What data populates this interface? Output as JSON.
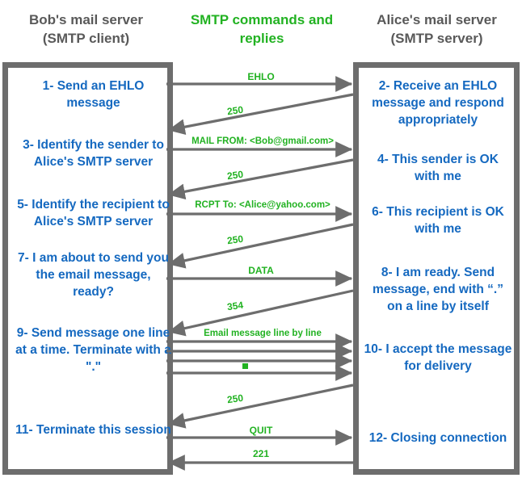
{
  "headings": {
    "left": "Bob's mail server\n(SMTP client)",
    "left_line1": "Bob's mail server",
    "left_line2": "(SMTP client)",
    "middle_line1": "SMTP commands and",
    "middle_line2": "replies",
    "right_line1": "Alice's mail server",
    "right_line2": "(SMTP server)"
  },
  "colors": {
    "green": "#22B222",
    "blue": "#1569C0",
    "gray_border": "#6D6D6D",
    "gray_arrow": "#6D6D6D",
    "heading_gray": "#595959",
    "background": "#FFFFFF"
  },
  "client_steps": [
    {
      "id": 1,
      "text": "1- Send an EHLO message"
    },
    {
      "id": 3,
      "text": "3- Identify the sender to Alice's SMTP server"
    },
    {
      "id": 5,
      "text": "5- Identify the recipient to Alice's SMTP server"
    },
    {
      "id": 7,
      "text": "7- I am about to send you the email message, ready?"
    },
    {
      "id": 9,
      "text": "9- Send message one line at a time. Terminate with a \".\""
    },
    {
      "id": 11,
      "text": "11- Terminate this session"
    }
  ],
  "server_steps": [
    {
      "id": 2,
      "text": "2- Receive an EHLO message and respond appropriately"
    },
    {
      "id": 4,
      "text": "4- This sender is OK with me"
    },
    {
      "id": 6,
      "text": "6- This recipient is OK with me"
    },
    {
      "id": 8,
      "text": "8-  I am ready. Send message, end with “.” on a line by itself"
    },
    {
      "id": 10,
      "text": "10-  I accept the message for delivery"
    },
    {
      "id": 12,
      "text": "12-  Closing connection"
    }
  ],
  "messages": [
    {
      "label": "EHLO",
      "direction": "client-to-server",
      "style": "horizontal"
    },
    {
      "label": "250",
      "direction": "server-to-client",
      "style": "diagonal"
    },
    {
      "label": "MAIL FROM: <Bob@gmail.com>",
      "direction": "client-to-server",
      "style": "horizontal"
    },
    {
      "label": "250",
      "direction": "server-to-client",
      "style": "diagonal"
    },
    {
      "label": "RCPT To: <Alice@yahoo.com>",
      "direction": "client-to-server",
      "style": "horizontal"
    },
    {
      "label": "250",
      "direction": "server-to-client",
      "style": "diagonal"
    },
    {
      "label": "DATA",
      "direction": "client-to-server",
      "style": "horizontal"
    },
    {
      "label": "354",
      "direction": "server-to-client",
      "style": "diagonal"
    },
    {
      "label": "Email message line by line",
      "direction": "client-to-server",
      "style": "horizontal"
    },
    {
      "label": "",
      "direction": "client-to-server",
      "style": "horizontal"
    },
    {
      "label": "",
      "direction": "client-to-server",
      "style": "horizontal"
    },
    {
      "label": "",
      "direction": "client-to-server",
      "style": "horizontal",
      "marker": "green-square"
    },
    {
      "label": "250",
      "direction": "server-to-client",
      "style": "diagonal"
    },
    {
      "label": "QUIT",
      "direction": "client-to-server",
      "style": "horizontal"
    },
    {
      "label": "221",
      "direction": "server-to-client",
      "style": "horizontal"
    }
  ]
}
